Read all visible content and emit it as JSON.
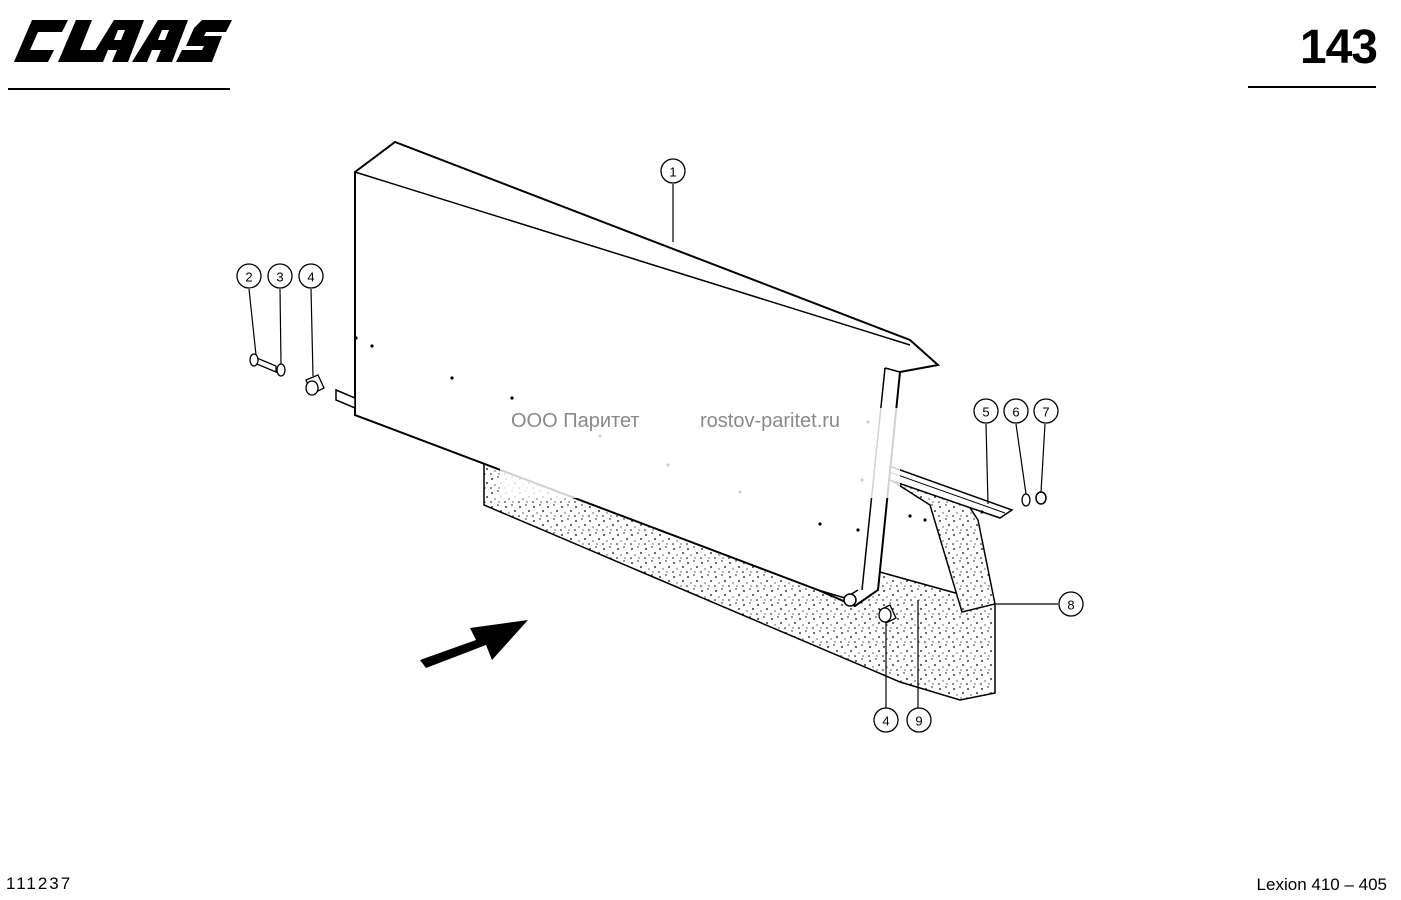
{
  "header": {
    "brand_logo_text": "CLAAS",
    "page_number": "143"
  },
  "watermark": {
    "company": "ООО Паритет",
    "website": "rostov-paritet.ru"
  },
  "parts": [
    {
      "number": "1"
    },
    {
      "number": "2"
    },
    {
      "number": "3"
    },
    {
      "number": "4"
    },
    {
      "number": "4"
    },
    {
      "number": "5"
    },
    {
      "number": "6"
    },
    {
      "number": "7"
    },
    {
      "number": "8"
    },
    {
      "number": "9"
    }
  ],
  "footer": {
    "drawing_number": "111237",
    "model": "Lexion 410 – 405"
  }
}
